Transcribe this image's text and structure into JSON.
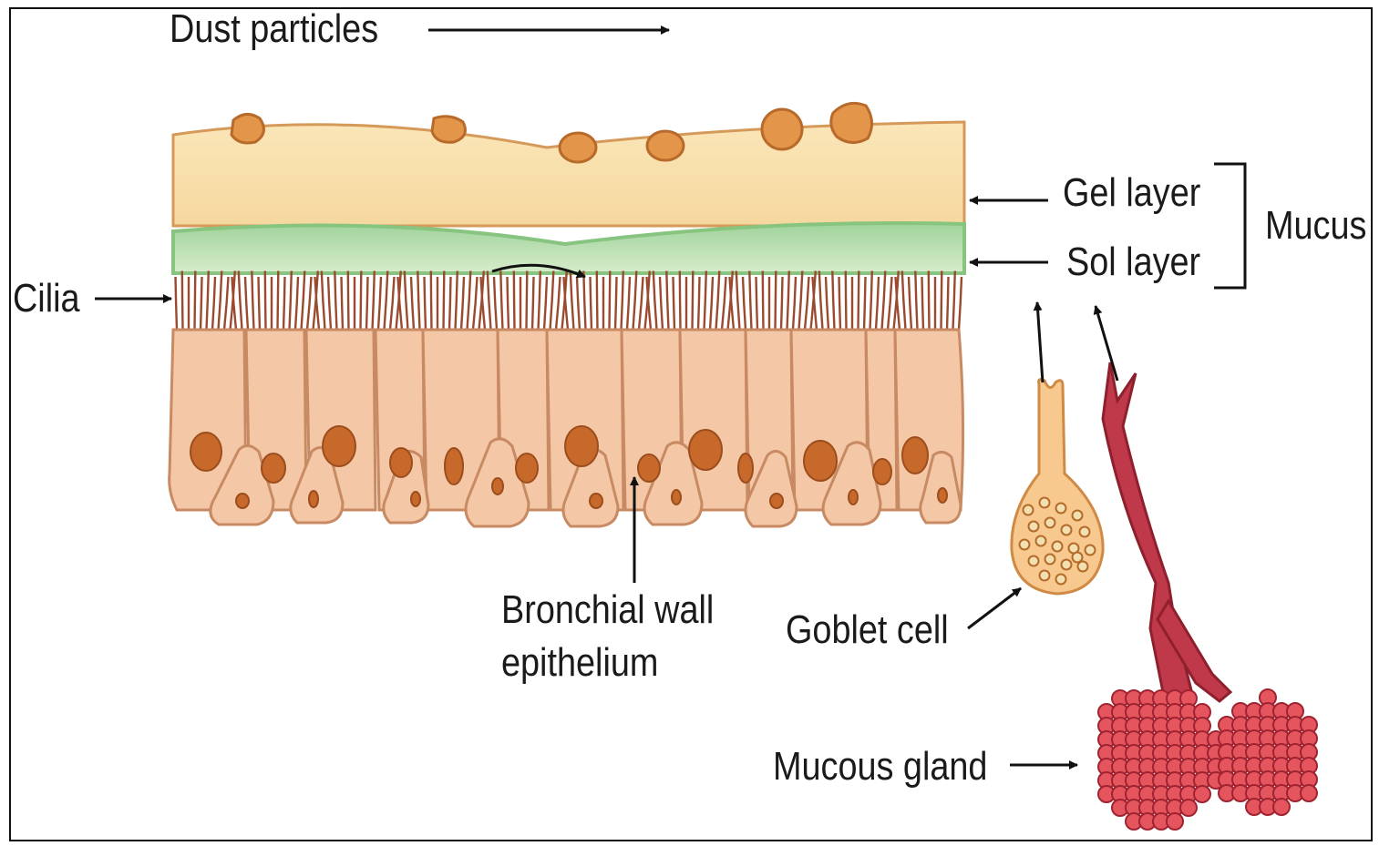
{
  "labels": {
    "dust_particles": "Dust particles",
    "gel_layer": "Gel layer",
    "sol_layer": "Sol layer",
    "mucus": "Mucus",
    "cilia": "Cilia",
    "bronchial_wall_line1": "Bronchial wall",
    "bronchial_wall_line2": "epithelium",
    "goblet_cell": "Goblet cell",
    "mucous_gland": "Mucous gland"
  },
  "colors": {
    "gel_layer": "#f8dca2",
    "sol_layer": "#bfe2b9",
    "cilia": "#9a4a2e",
    "cell_fill": "#f4c7a6",
    "cell_outline": "#c88a63",
    "nucleus": "#c8692c",
    "dust": "#e3954a",
    "goblet_cell": "#f8c98f",
    "gland_duct": "#c0394a",
    "gland_acini": "#e5555e"
  }
}
